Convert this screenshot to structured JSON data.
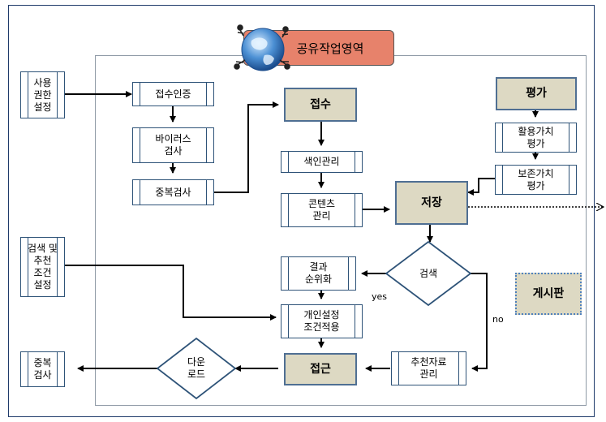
{
  "title": "공유작업영역",
  "boxes": {
    "user_auth": "사용\n권한\n설정",
    "reception_auth": "접수인증",
    "virus_check": "바이러스\n검사",
    "dup_check_top": "중복검사",
    "reception": "접수",
    "index_mgmt": "색인관리",
    "content_mgmt": "콘텐츠\n관리",
    "storage": "저장",
    "evaluation": "평가",
    "usage_value": "활용가치\n평가",
    "preserve_value": "보존가치\n평가",
    "search_cond": "검색 및\n추천\n조건\n설정",
    "result_rank": "결과\n순위화",
    "personal_cond": "개인설정\n조건적용",
    "recommend_mgmt": "추천자료\n관리",
    "access": "접근",
    "dup_check_bottom": "중복\n검사",
    "board": "게시판"
  },
  "decisions": {
    "search": "검색",
    "download": "다운\n로드"
  },
  "flow_labels": {
    "yes": "yes",
    "no": "no"
  },
  "colors": {
    "frame": "#1f3a6a",
    "box_border": "#2e5378",
    "key_fill": "#ddd9c3",
    "title_fill": "#e7826b"
  },
  "icons": [
    "globe-icon"
  ]
}
